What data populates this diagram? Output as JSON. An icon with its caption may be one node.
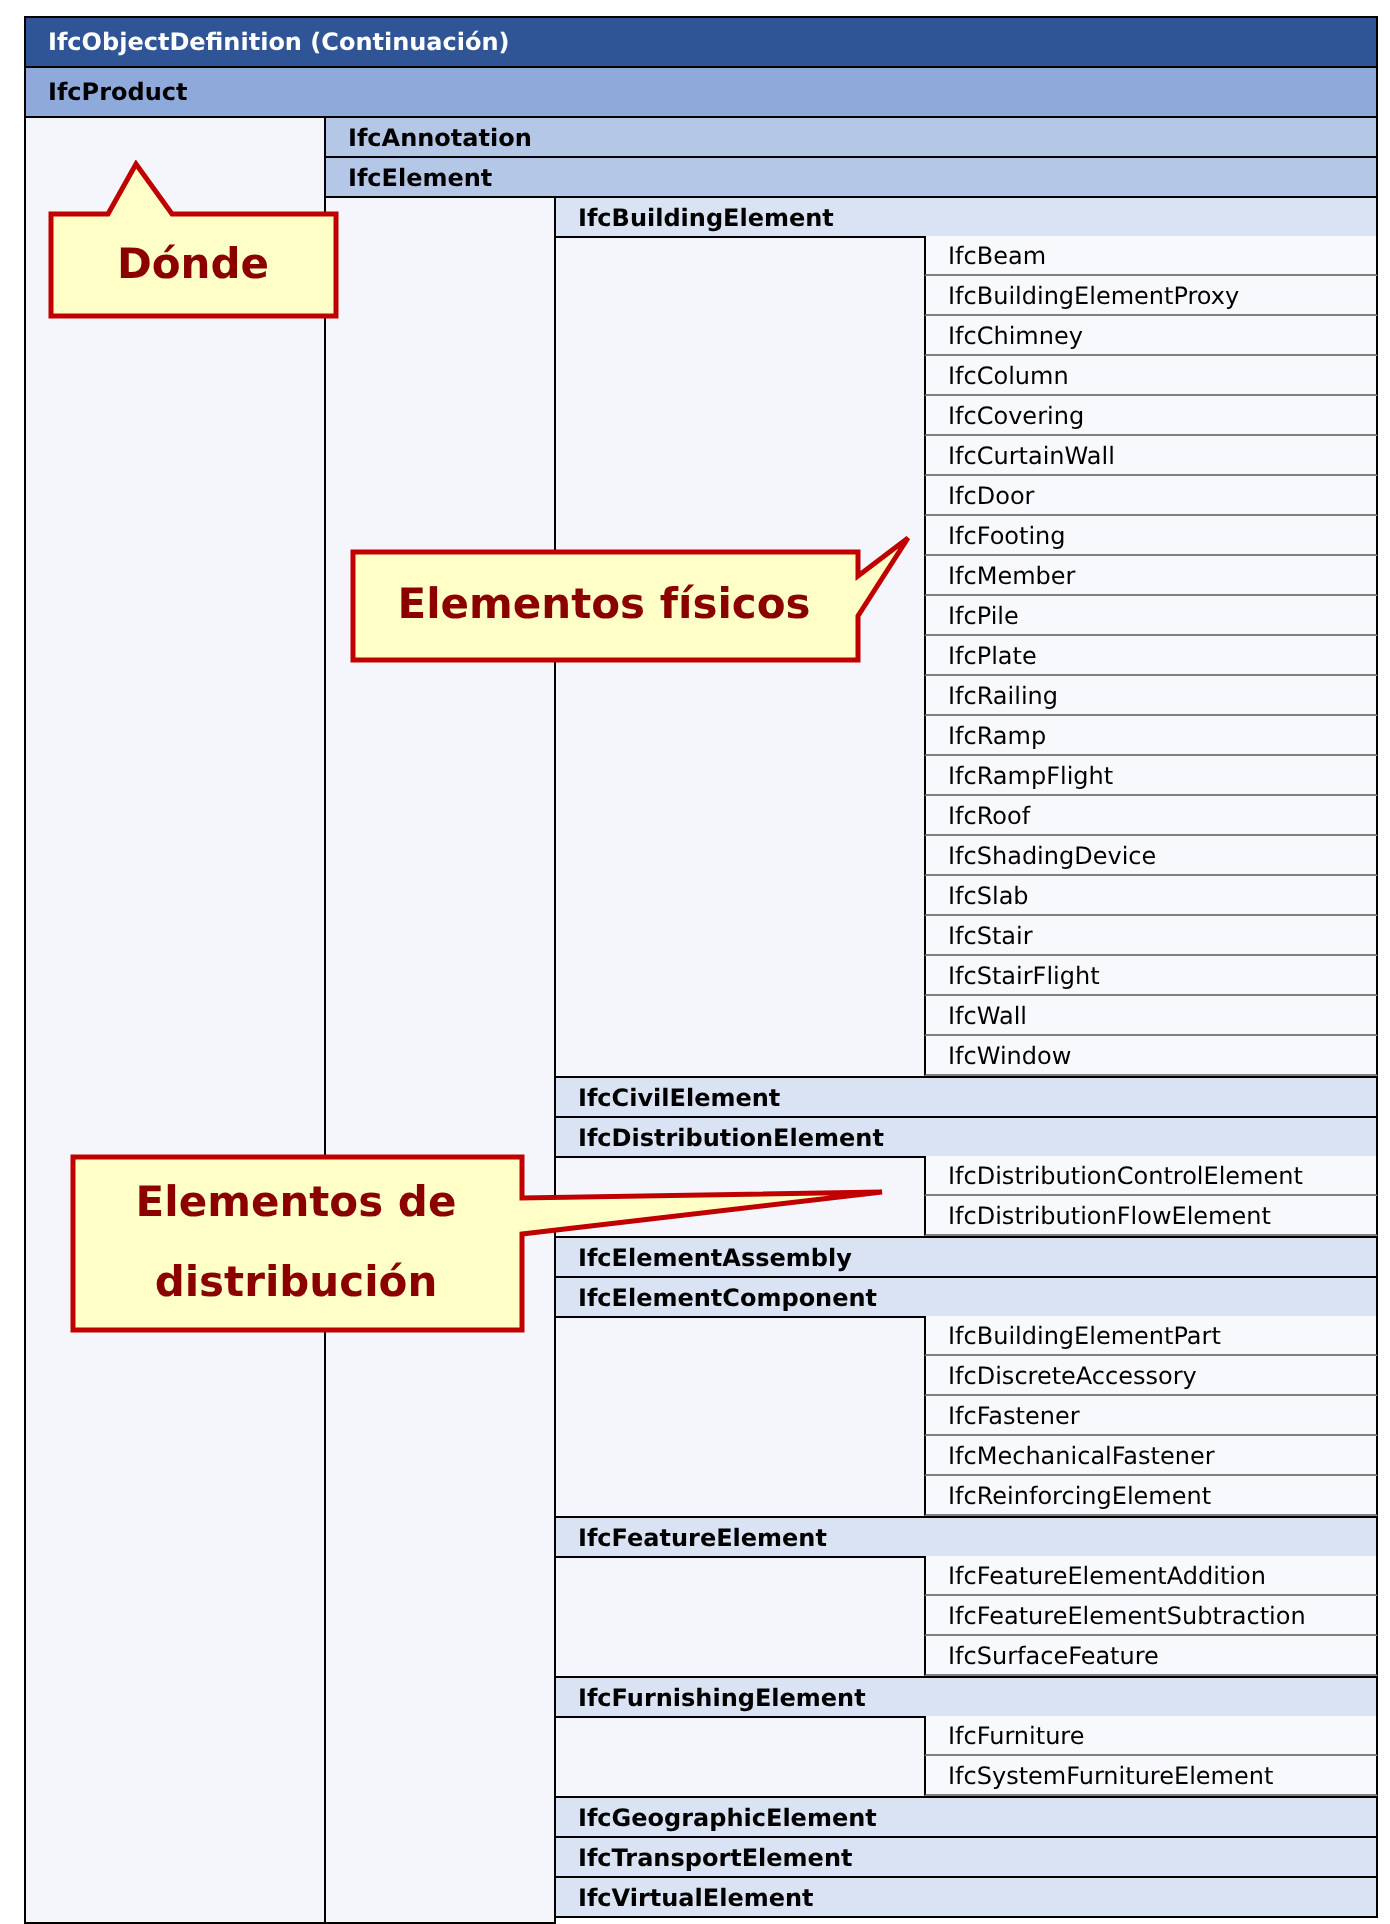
{
  "diagram": {
    "nodes": [
      {
        "text": [
          "IfcObjectDefinition (Continuación)"
        ]
      },
      {
        "text": [
          "IfcProduct"
        ]
      },
      {
        "text": [
          "IfcAnnotation"
        ]
      },
      {
        "text": [
          "IfcElement"
        ]
      },
      {
        "text": [
          "IfcBuildingElement"
        ]
      },
      {
        "text": [
          "IfcBeam"
        ]
      },
      {
        "text": [
          "IfcBuildingElementProxy"
        ]
      },
      {
        "text": [
          "IfcChimney"
        ]
      },
      {
        "text": [
          "IfcColumn"
        ]
      },
      {
        "text": [
          "IfcCovering"
        ]
      },
      {
        "text": [
          "IfcCurtainWall"
        ]
      },
      {
        "text": [
          "IfcDoor"
        ]
      },
      {
        "text": [
          "IfcFooting"
        ]
      },
      {
        "text": [
          "IfcMember"
        ]
      },
      {
        "text": [
          "IfcPile"
        ]
      },
      {
        "text": [
          "IfcPlate"
        ]
      },
      {
        "text": [
          "IfcRailing"
        ]
      },
      {
        "text": [
          "IfcRamp"
        ]
      },
      {
        "text": [
          "IfcRampFlight"
        ]
      },
      {
        "text": [
          "IfcRoof"
        ]
      },
      {
        "text": [
          "IfcShadingDevice"
        ]
      },
      {
        "text": [
          "IfcSlab"
        ]
      },
      {
        "text": [
          "IfcStair"
        ]
      },
      {
        "text": [
          "IfcStairFlight"
        ]
      },
      {
        "text": [
          "IfcWall"
        ]
      },
      {
        "text": [
          "IfcWindow"
        ]
      },
      {
        "text": [
          "IfcCivilElement"
        ]
      },
      {
        "text": [
          "IfcDistributionElement"
        ]
      },
      {
        "text": [
          "IfcDistributionControlElement"
        ]
      },
      {
        "text": [
          "IfcDistributionFlowElement"
        ]
      },
      {
        "text": [
          "IfcElementAssembly"
        ]
      },
      {
        "text": [
          "IfcElementComponent"
        ]
      },
      {
        "text": [
          "IfcBuildingElementPart"
        ]
      },
      {
        "text": [
          "IfcDiscreteAccessory"
        ]
      },
      {
        "text": [
          "IfcFastener"
        ]
      },
      {
        "text": [
          "IfcMechanicalFastener"
        ]
      },
      {
        "text": [
          "IfcReinforcingElement"
        ]
      },
      {
        "text": [
          "IfcFeatureElement"
        ]
      },
      {
        "text": [
          "IfcFeatureElementAddition"
        ]
      },
      {
        "text": [
          "IfcFeatureElementSubtraction"
        ]
      },
      {
        "text": [
          "IfcSurfaceFeature"
        ]
      },
      {
        "text": [
          "IfcFurnishingElement"
        ]
      },
      {
        "text": [
          "IfcFurniture"
        ]
      },
      {
        "text": [
          "IfcSystemFurnitureElement"
        ]
      },
      {
        "text": [
          "IfcGeographicElement"
        ]
      },
      {
        "text": [
          "IfcTransportElement"
        ]
      },
      {
        "text": [
          "IfcVirtualElement"
        ]
      },
      {
        "text": [
          "Dónde"
        ]
      },
      {
        "text": [
          "Elementos físicos"
        ]
      },
      {
        "text": [
          "Elementos de distribución"
        ]
      }
    ]
  }
}
